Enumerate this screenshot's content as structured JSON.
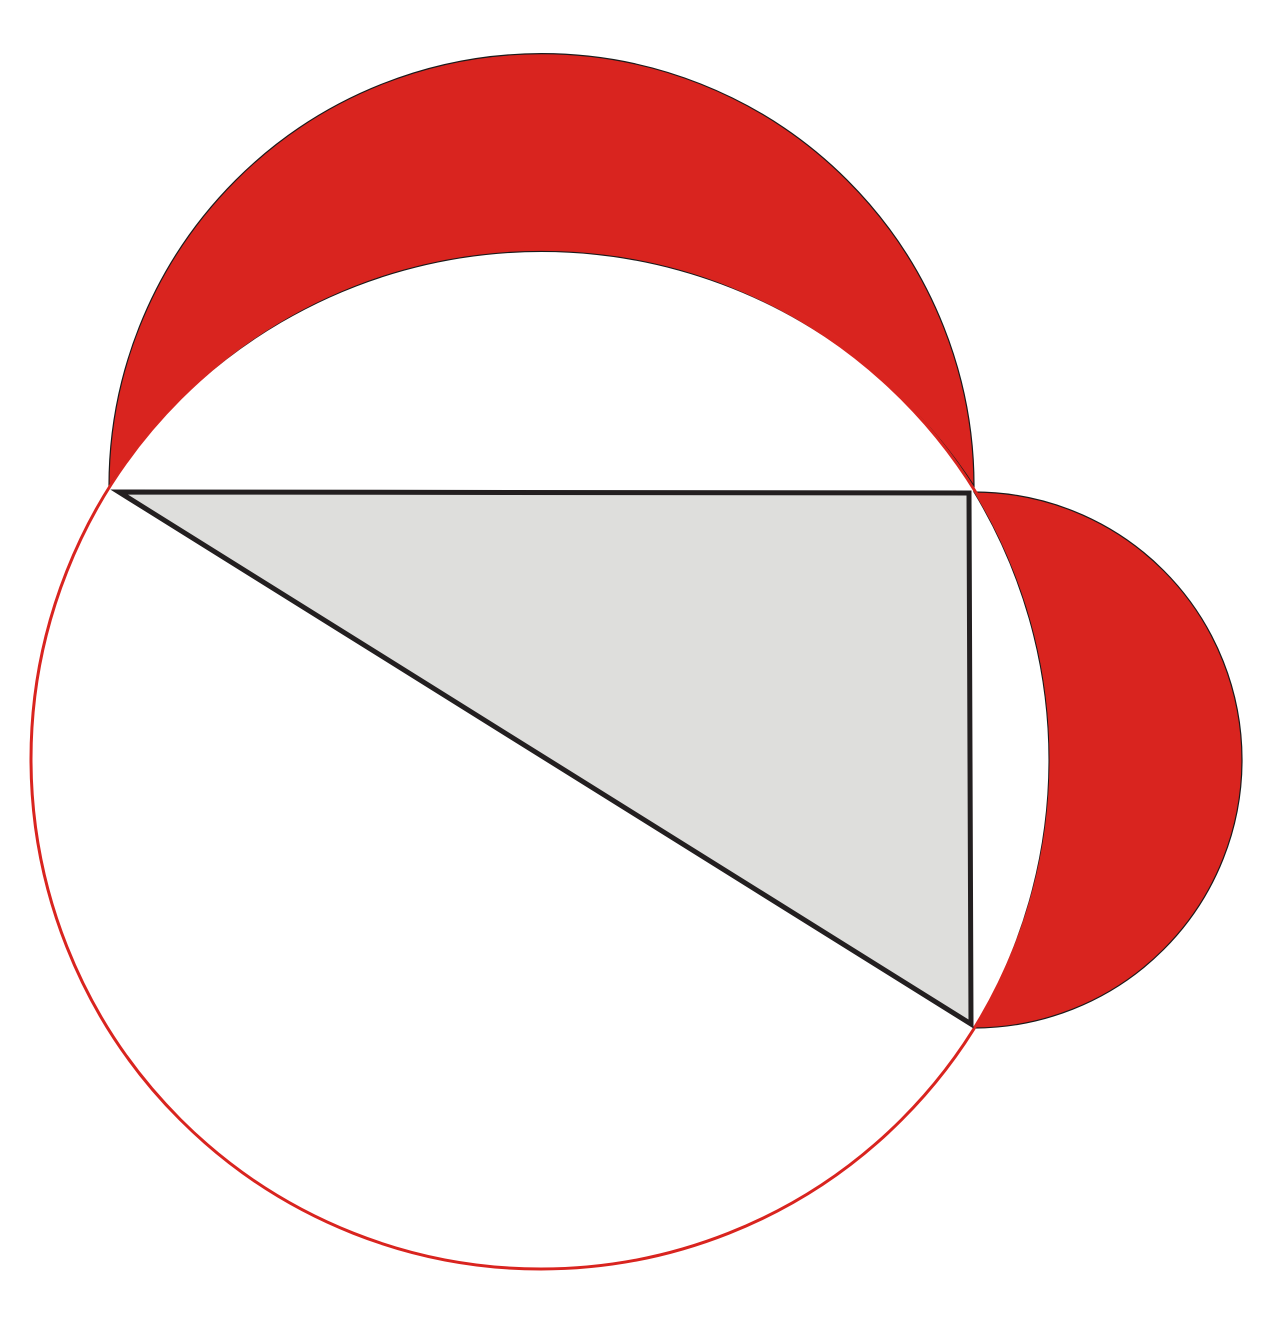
{
  "diagram": {
    "type": "geometry",
    "shapes": [
      "circumscribed-circle",
      "right-triangle",
      "lune-on-long-leg",
      "lune-on-short-leg"
    ],
    "colors": {
      "lune_fill": "#d9241f",
      "lune_outline": "#1a1a1a",
      "circle_stroke": "#d9241f",
      "triangle_fill": "#dededc",
      "triangle_stroke": "#231f20",
      "background": "#ffffff"
    }
  }
}
